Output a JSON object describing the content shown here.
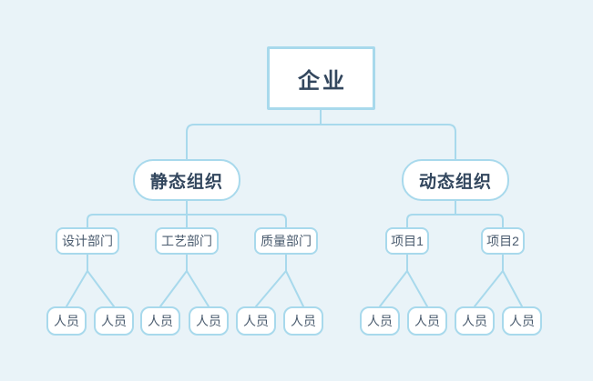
{
  "colors": {
    "background": "#e9f3f8",
    "line": "#a8d9ec",
    "box_fill": "#ffffff",
    "title_text": "#33475e",
    "node_text": "#4a5b6e"
  },
  "org_chart": {
    "root": {
      "label": "企业"
    },
    "branches": [
      {
        "label": "静态组织",
        "children": [
          {
            "label": "设计部门",
            "members": [
              "人员",
              "人员"
            ]
          },
          {
            "label": "工艺部门",
            "members": [
              "人员",
              "人员"
            ]
          },
          {
            "label": "质量部门",
            "members": [
              "人员",
              "人员"
            ]
          }
        ]
      },
      {
        "label": "动态组织",
        "children": [
          {
            "label": "项目1",
            "members": [
              "人员",
              "人员"
            ]
          },
          {
            "label": "项目2",
            "members": [
              "人员",
              "人员"
            ]
          }
        ]
      }
    ]
  }
}
